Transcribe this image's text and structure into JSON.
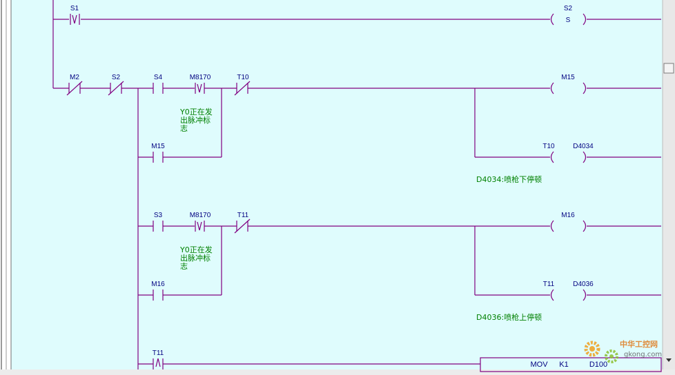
{
  "colors": {
    "canvas": "#dffcfd",
    "wire": "#800080",
    "comment": "#008000",
    "mark": "#000080",
    "scroll": "#e8e8e8"
  },
  "rungs": [
    {
      "elements": [
        {
          "kind": "no-falling-contact",
          "label": "S1"
        },
        {
          "kind": "coil",
          "label": "S2",
          "text": "S"
        }
      ]
    },
    {
      "elements": [
        {
          "kind": "nc-contact",
          "label": "M2"
        },
        {
          "kind": "nc-contact",
          "label": "S2"
        },
        {
          "kind": "no-contact",
          "label": "S4"
        },
        {
          "kind": "no-falling-contact",
          "label": "M8170"
        },
        {
          "kind": "nc-contact",
          "label": "T10"
        },
        {
          "kind": "comment",
          "lines": [
            "Y0正在发",
            "出脉冲标",
            "志"
          ]
        },
        {
          "kind": "no-contact",
          "label": "M15"
        },
        {
          "kind": "coil",
          "label": "M15"
        },
        {
          "kind": "timer-coil",
          "label": "T10",
          "param": "D4034"
        },
        {
          "kind": "comment",
          "text": "D4034:喷枪下停顿"
        }
      ]
    },
    {
      "elements": [
        {
          "kind": "no-contact",
          "label": "S3"
        },
        {
          "kind": "no-falling-contact",
          "label": "M8170"
        },
        {
          "kind": "nc-contact",
          "label": "T11"
        },
        {
          "kind": "comment",
          "lines": [
            "Y0正在发",
            "出脉冲标",
            "志"
          ]
        },
        {
          "kind": "no-contact",
          "label": "M16"
        },
        {
          "kind": "coil",
          "label": "M16"
        },
        {
          "kind": "timer-coil",
          "label": "T11",
          "param": "D4036"
        },
        {
          "kind": "comment",
          "text": "D4036:喷枪上停顿"
        }
      ]
    },
    {
      "elements": [
        {
          "kind": "rising-contact",
          "label": "T11"
        },
        {
          "kind": "instruction",
          "op": "MOV",
          "args": [
            "K1",
            "D100"
          ]
        }
      ]
    }
  ],
  "watermark": {
    "brand": "中华工控网",
    "url": "gkong.com"
  }
}
